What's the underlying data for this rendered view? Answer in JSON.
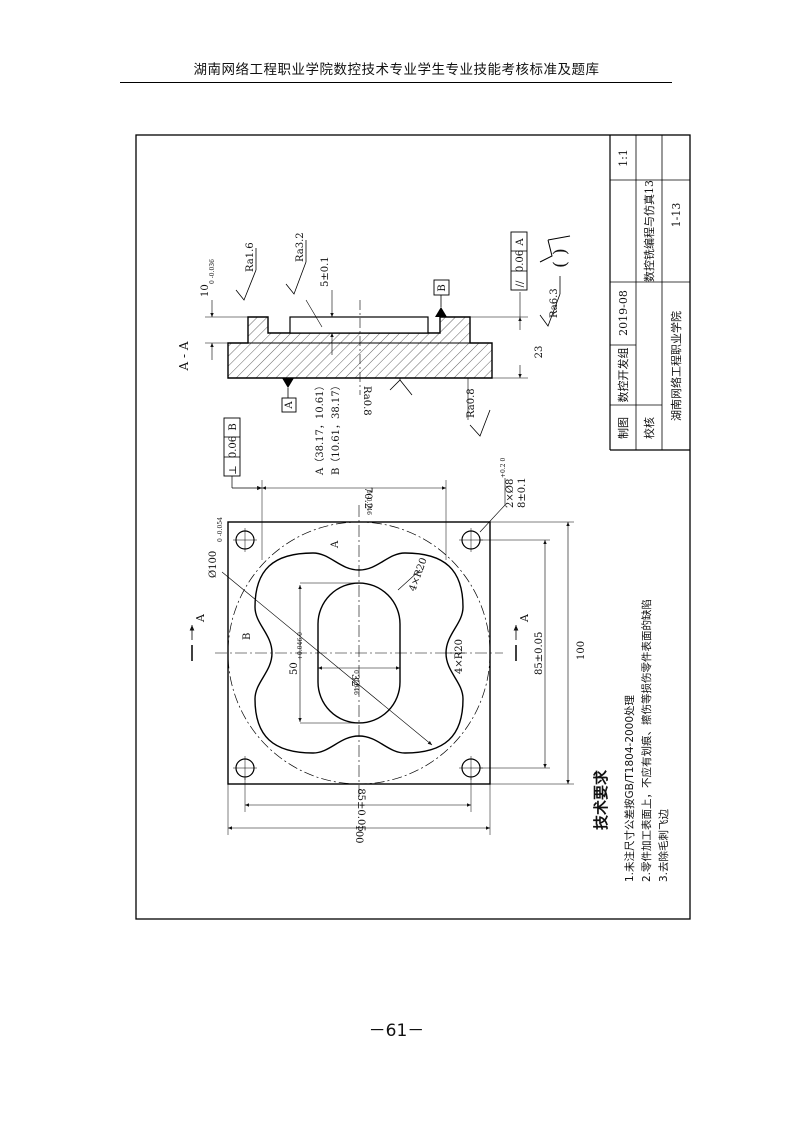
{
  "header": {
    "title": "湖南网络工程职业学院数控技术专业学生专业技能考核标准及题库"
  },
  "footer": {
    "page_number": "－61－"
  },
  "title_block": {
    "scale": "1:1",
    "drawing_name": "数控铣编程与仿真13",
    "drawing_no": "1-13",
    "drawn_label": "制图",
    "drawn_by": "数控开发组",
    "date": "2019-08",
    "check_label": "校核",
    "school": "湖南网络工程职业学院"
  },
  "section_view": {
    "title": "A - A",
    "dims": {
      "depth10": "10",
      "depth10_tol": "0\n-0.036",
      "depth5": "5±0.1",
      "height23": "23"
    },
    "roughness": {
      "ra16": "Ra1.6",
      "ra32": "Ra3.2",
      "ra63": "Ra6.3",
      "ra08a": "Ra0.8",
      "ra08b": "Ra0.8"
    },
    "datum_a": "A",
    "datum_b": "B",
    "parallel_tol": {
      "value": "0.06",
      "datum": "A"
    },
    "general_roughness": "(   )"
  },
  "plan_view": {
    "perp_tol": {
      "value": "0.06",
      "datum": "B"
    },
    "point_a": "A（38.17，10.61）",
    "point_b": "B（10.61，38.17）",
    "label_a": "A",
    "label_b": "B",
    "dims": {
      "d70": "70.2",
      "d70_tol": "0\n-0.046",
      "dia100": "Ø100",
      "dia100_tol": "0\n-0.054",
      "holes": "2×Ø8",
      "holes_tol": "+0.2\n0",
      "hole_depth": "8±0.1",
      "r20a": "4×R20",
      "r20b": "4×R20",
      "d50": "50",
      "d50_tol": "+0.046\n0",
      "d32": "32",
      "d32_tol": "0\n-0.046",
      "d85v": "85±0.05",
      "d100v": "100",
      "d85h": "85±0.05",
      "d100h": "100"
    },
    "section_mark_left": "A",
    "section_mark_right": "A"
  },
  "technical": {
    "title": "技术要求",
    "items": [
      "1.未注尺寸公差按GB/T1804-2000处理",
      "2.零件加工表面上，不应有划痕、擦伤等损伤零件表面的缺陷",
      "3.去除毛刺飞边"
    ]
  }
}
